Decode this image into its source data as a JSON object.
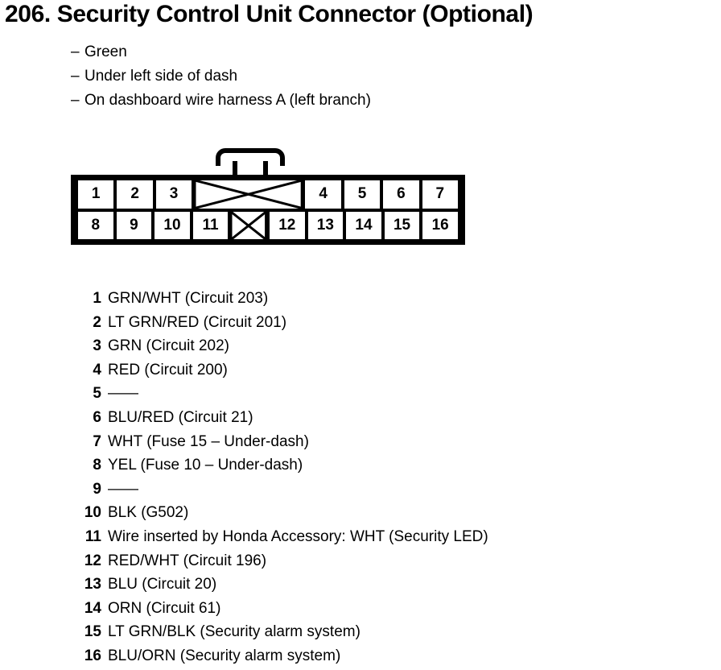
{
  "title": "206. Security Control Unit Connector (Optional)",
  "bullets": [
    {
      "dash": "–",
      "text": "Green"
    },
    {
      "dash": "–",
      "text": "Under left side of dash"
    },
    {
      "dash": "–",
      "text": "On dashboard wire harness A (left branch)"
    }
  ],
  "connector": {
    "latch": "latch-tab",
    "top_row": [
      {
        "label": "1",
        "type": "pin"
      },
      {
        "label": "2",
        "type": "pin"
      },
      {
        "label": "3",
        "type": "pin"
      },
      {
        "label": "",
        "type": "blocked-wide"
      },
      {
        "label": "4",
        "type": "pin"
      },
      {
        "label": "5",
        "type": "pin"
      },
      {
        "label": "6",
        "type": "pin"
      },
      {
        "label": "7",
        "type": "pin"
      }
    ],
    "bottom_row": [
      {
        "label": "8",
        "type": "pin"
      },
      {
        "label": "9",
        "type": "pin"
      },
      {
        "label": "10",
        "type": "pin"
      },
      {
        "label": "11",
        "type": "pin"
      },
      {
        "label": "",
        "type": "blocked"
      },
      {
        "label": "12",
        "type": "pin"
      },
      {
        "label": "13",
        "type": "pin"
      },
      {
        "label": "14",
        "type": "pin"
      },
      {
        "label": "15",
        "type": "pin"
      },
      {
        "label": "16",
        "type": "pin"
      }
    ]
  },
  "pins": [
    {
      "num": "1",
      "desc": "GRN/WHT (Circuit 203)"
    },
    {
      "num": "2",
      "desc": "LT GRN/RED (Circuit 201)"
    },
    {
      "num": "3",
      "desc": "GRN (Circuit 202)"
    },
    {
      "num": "4",
      "desc": "RED (Circuit 200)"
    },
    {
      "num": "5",
      "desc": "——"
    },
    {
      "num": "6",
      "desc": "BLU/RED (Circuit 21)"
    },
    {
      "num": "7",
      "desc": "WHT (Fuse 15 – Under-dash)"
    },
    {
      "num": "8",
      "desc": "YEL (Fuse 10 – Under-dash)"
    },
    {
      "num": "9",
      "desc": "——"
    },
    {
      "num": "10",
      "desc": "BLK (G502)"
    },
    {
      "num": "11",
      "desc": "Wire inserted by Honda Accessory: WHT (Security LED)"
    },
    {
      "num": "12",
      "desc": "RED/WHT (Circuit 196)"
    },
    {
      "num": "13",
      "desc": "BLU (Circuit 20)"
    },
    {
      "num": "14",
      "desc": "ORN (Circuit 61)"
    },
    {
      "num": "15",
      "desc": "LT GRN/BLK (Security alarm system)"
    },
    {
      "num": "16",
      "desc": "BLU/ORN (Security alarm system)"
    }
  ],
  "colors": {
    "ink": "#000000",
    "paper": "#ffffff"
  }
}
